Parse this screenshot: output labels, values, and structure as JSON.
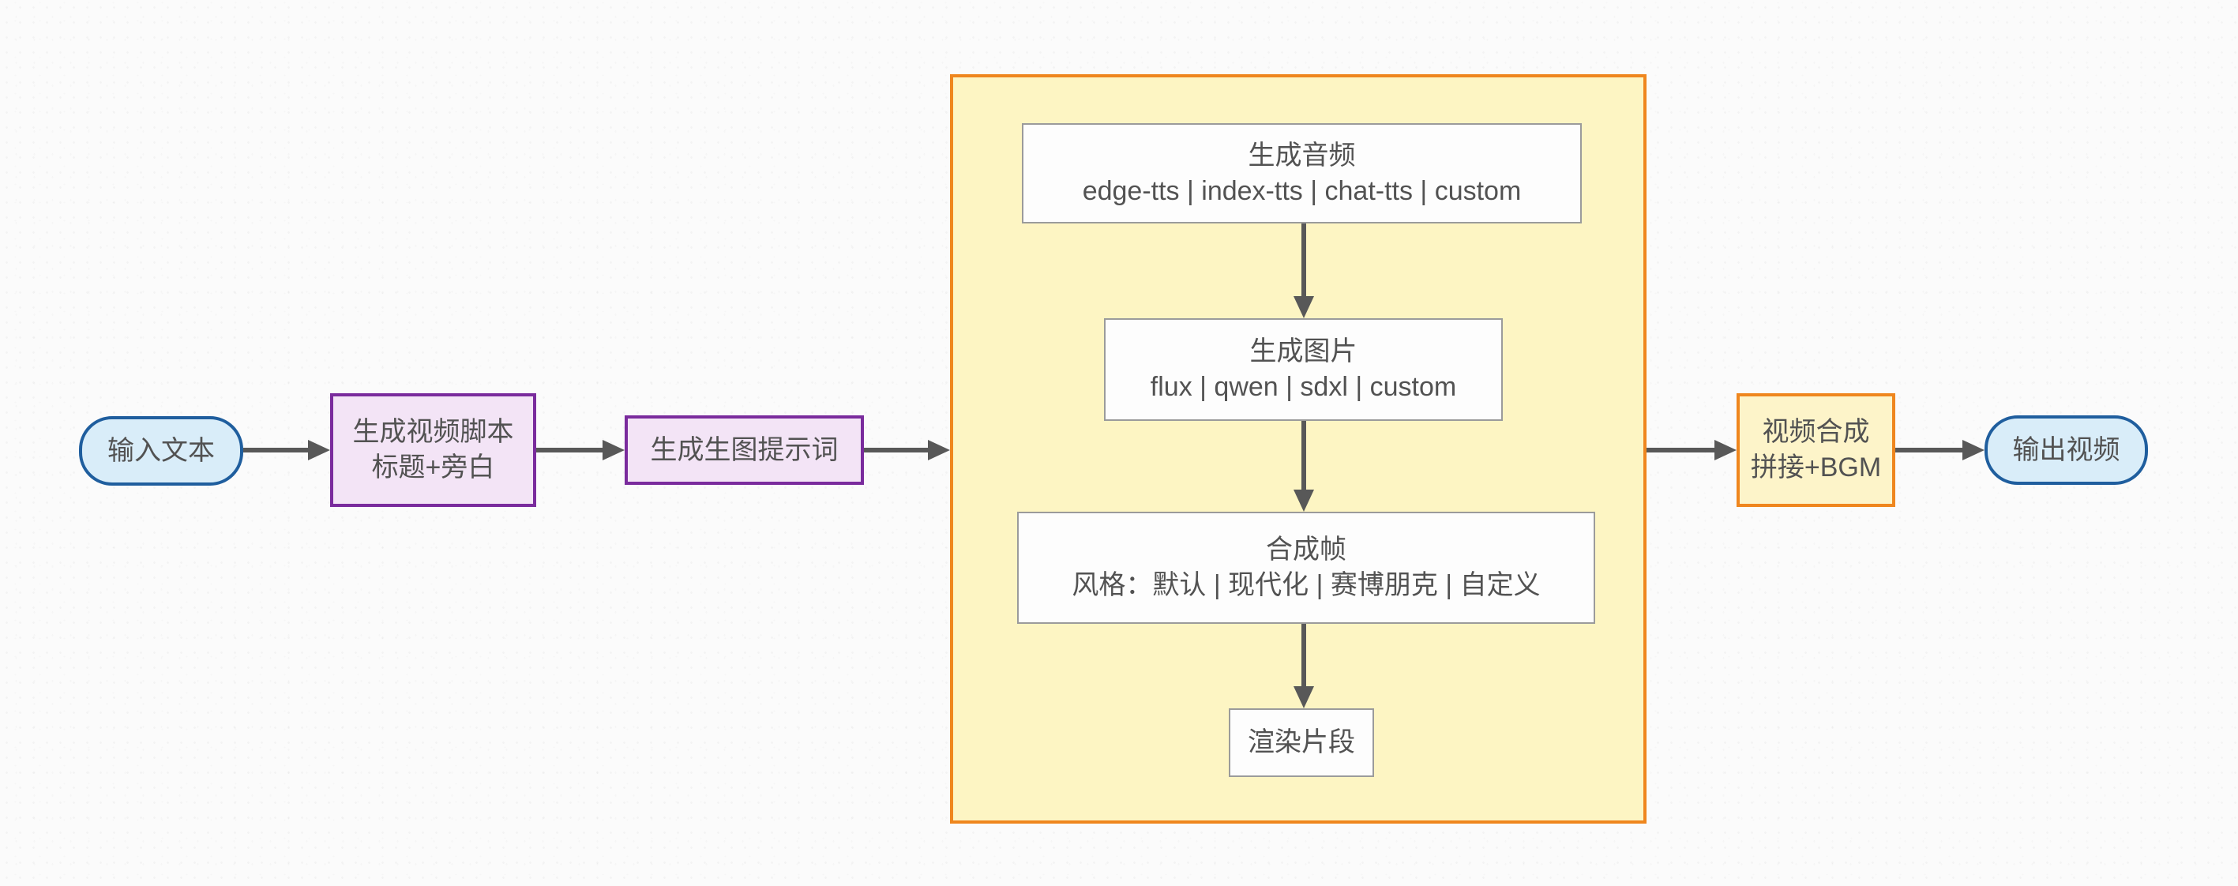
{
  "diagram_type": "flowchart-left-to-right",
  "colors": {
    "background": "#fbfbfb",
    "text": "#525252",
    "arrow": "#585858",
    "pill_fill": "#d9edf9",
    "pill_border": "#1f5e9e",
    "purple_fill": "#f3e4f6",
    "purple_border": "#7a2b9d",
    "subgraph_fill": "#fdf5c3",
    "subgraph_border": "#ef861e",
    "orange_box_fill": "#fdf4c9",
    "white_box_fill": "#fdfdfd",
    "white_box_border": "#9b9b9b"
  },
  "nodes": {
    "input": {
      "label": "输入文本"
    },
    "script": {
      "line1": "生成视频脚本",
      "line2": "标题+旁白"
    },
    "prompt": {
      "label": "生成生图提示词"
    },
    "audio": {
      "title": "生成音频",
      "options": "edge-tts | index-tts | chat-tts | custom"
    },
    "image": {
      "title": "生成图片",
      "options": "flux | qwen | sdxl | custom"
    },
    "frame": {
      "title": "合成帧",
      "options": "风格：默认 | 现代化 | 赛博朋克 | 自定义"
    },
    "render": {
      "label": "渲染片段"
    },
    "compose": {
      "line1": "视频合成",
      "line2": "拼接+BGM"
    },
    "output": {
      "label": "输出视频"
    }
  },
  "edges": [
    {
      "from": "input",
      "to": "script"
    },
    {
      "from": "script",
      "to": "prompt"
    },
    {
      "from": "prompt",
      "to": "clip-subgraph"
    },
    {
      "from": "audio",
      "to": "image"
    },
    {
      "from": "image",
      "to": "frame"
    },
    {
      "from": "frame",
      "to": "render"
    },
    {
      "from": "clip-subgraph",
      "to": "compose"
    },
    {
      "from": "compose",
      "to": "output"
    }
  ]
}
